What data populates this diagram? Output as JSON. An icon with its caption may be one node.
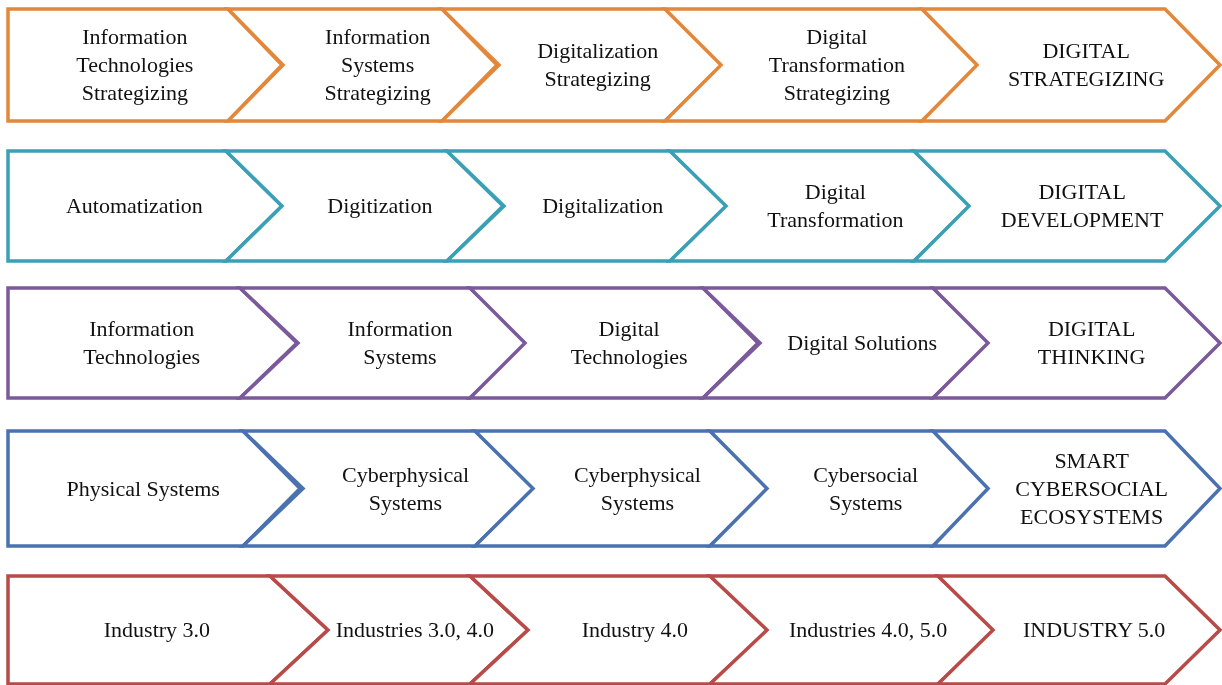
{
  "diagram": {
    "nodes": [
      {
        "text": [
          "Information Technologies Strategizing"
        ]
      },
      {
        "text": [
          "Information Systems Strategizing"
        ]
      },
      {
        "text": [
          "Digitalization Strategizing"
        ]
      },
      {
        "text": [
          "Digital Transformation Strategizing"
        ]
      },
      {
        "text": [
          "DIGITAL STRATEGIZING"
        ]
      },
      {
        "text": [
          "Automatization"
        ]
      },
      {
        "text": [
          "Digitization"
        ]
      },
      {
        "text": [
          "Digitalization"
        ]
      },
      {
        "text": [
          "Digital Transformation"
        ]
      },
      {
        "text": [
          "DIGITAL DEVELOPMENT"
        ]
      },
      {
        "text": [
          "Information Technologies"
        ]
      },
      {
        "text": [
          "Information Systems"
        ]
      },
      {
        "text": [
          "Digital Technologies"
        ]
      },
      {
        "text": [
          "Digital Solutions"
        ]
      },
      {
        "text": [
          "DIGITAL THINKING"
        ]
      },
      {
        "text": [
          "Physical Systems"
        ]
      },
      {
        "text": [
          "Cyberphysical Systems"
        ]
      },
      {
        "text": [
          "Cyberphysical Systems"
        ]
      },
      {
        "text": [
          "Cybersocial Systems"
        ]
      },
      {
        "text": [
          "SMART CYBERSOCIAL ECOSYSTEMS"
        ]
      },
      {
        "text": [
          "Industry 3.0"
        ]
      },
      {
        "text": [
          "Industries 3.0, 4.0"
        ]
      },
      {
        "text": [
          "Industry 4.0"
        ]
      },
      {
        "text": [
          "Industries 4.0, 5.0"
        ]
      },
      {
        "text": [
          "INDUSTRY 5.0"
        ]
      }
    ]
  }
}
